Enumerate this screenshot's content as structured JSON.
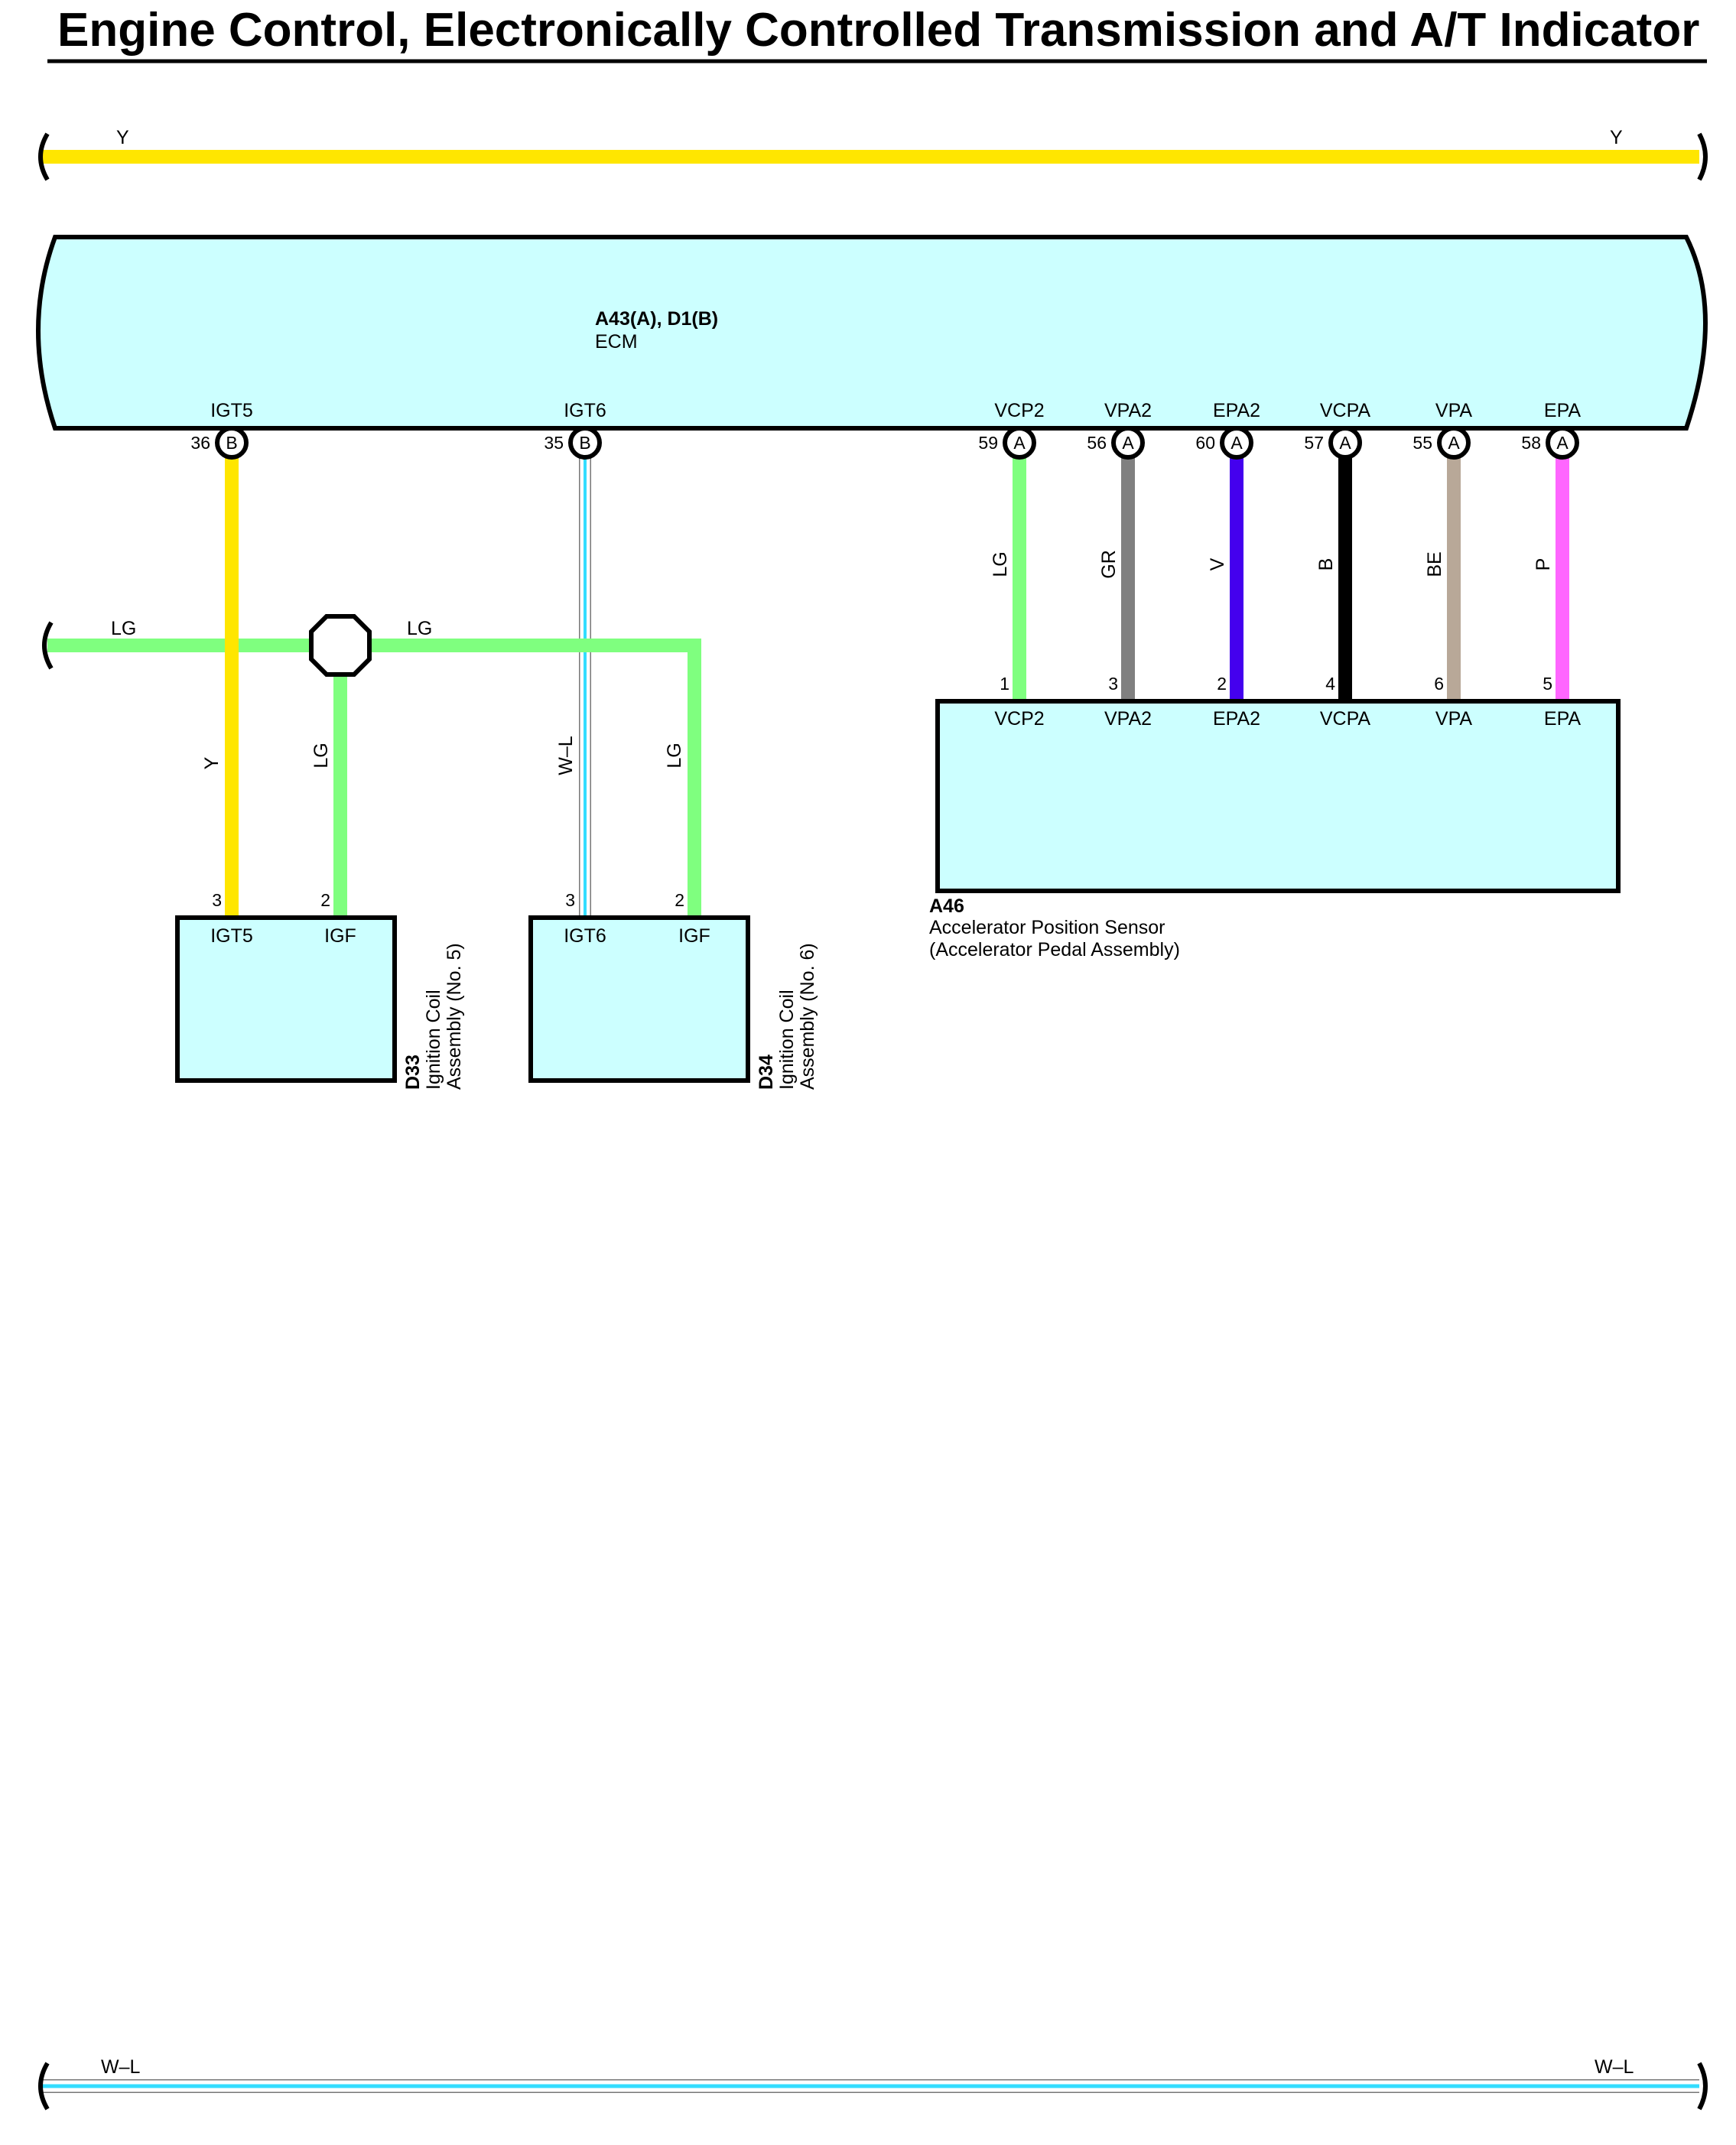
{
  "title": "Engine Control, Electronically Controlled Transmission and A/T Indicator",
  "colors": {
    "Y": "#ffe600",
    "LG": "#7fff7f",
    "GR": "#808080",
    "V": "#4400ee",
    "B": "#000000",
    "BE": "#b8a898",
    "P": "#ff66ff",
    "L": "#33ddff",
    "box": "#ccffff",
    "outline": "#000000"
  },
  "top_wire": {
    "left_label": "Y",
    "right_label": "Y",
    "color": "Y"
  },
  "bottom_wire": {
    "left_label": "W–L",
    "right_label": "W–L",
    "color": "W–L"
  },
  "ecm": {
    "code": "A43(A), D1(B)",
    "name": "ECM",
    "pins": [
      {
        "label": "IGT5",
        "num": "36",
        "conn": "B"
      },
      {
        "label": "IGT6",
        "num": "35",
        "conn": "B"
      },
      {
        "label": "VCP2",
        "num": "59",
        "conn": "A"
      },
      {
        "label": "VPA2",
        "num": "56",
        "conn": "A"
      },
      {
        "label": "EPA2",
        "num": "60",
        "conn": "A"
      },
      {
        "label": "VCPA",
        "num": "57",
        "conn": "A"
      },
      {
        "label": "VPA",
        "num": "55",
        "conn": "A"
      },
      {
        "label": "EPA",
        "num": "58",
        "conn": "A"
      }
    ]
  },
  "lg_bus": {
    "left_label": "LG",
    "right_label": "LG"
  },
  "wires": [
    {
      "id": "igt5",
      "label": "Y",
      "color": "Y"
    },
    {
      "id": "igf5",
      "label": "LG",
      "color": "LG"
    },
    {
      "id": "igt6",
      "label": "W–L",
      "color": "W–L"
    },
    {
      "id": "igf6",
      "label": "LG",
      "color": "LG"
    },
    {
      "id": "vcp2",
      "label": "LG",
      "color": "LG"
    },
    {
      "id": "vpa2",
      "label": "GR",
      "color": "GR"
    },
    {
      "id": "epa2",
      "label": "V",
      "color": "V"
    },
    {
      "id": "vcpa",
      "label": "B",
      "color": "B"
    },
    {
      "id": "vpa",
      "label": "BE",
      "color": "BE"
    },
    {
      "id": "epa",
      "label": "P",
      "color": "P"
    }
  ],
  "d33": {
    "code": "D33",
    "name_line1": "Ignition Coil",
    "name_line2": "Assembly (No.  5)",
    "pins": [
      {
        "num": "3",
        "label": "IGT5"
      },
      {
        "num": "2",
        "label": "IGF"
      }
    ]
  },
  "d34": {
    "code": "D34",
    "name_line1": "Ignition Coil",
    "name_line2": "Assembly (No.  6)",
    "pins": [
      {
        "num": "3",
        "label": "IGT6"
      },
      {
        "num": "2",
        "label": "IGF"
      }
    ]
  },
  "a46": {
    "code": "A46",
    "name_line1": "Accelerator Position Sensor",
    "name_line2": "(Accelerator Pedal Assembly)",
    "pins": [
      {
        "num": "1",
        "label": "VCP2"
      },
      {
        "num": "3",
        "label": "VPA2"
      },
      {
        "num": "2",
        "label": "EPA2"
      },
      {
        "num": "4",
        "label": "VCPA"
      },
      {
        "num": "6",
        "label": "VPA"
      },
      {
        "num": "5",
        "label": "EPA"
      }
    ]
  }
}
